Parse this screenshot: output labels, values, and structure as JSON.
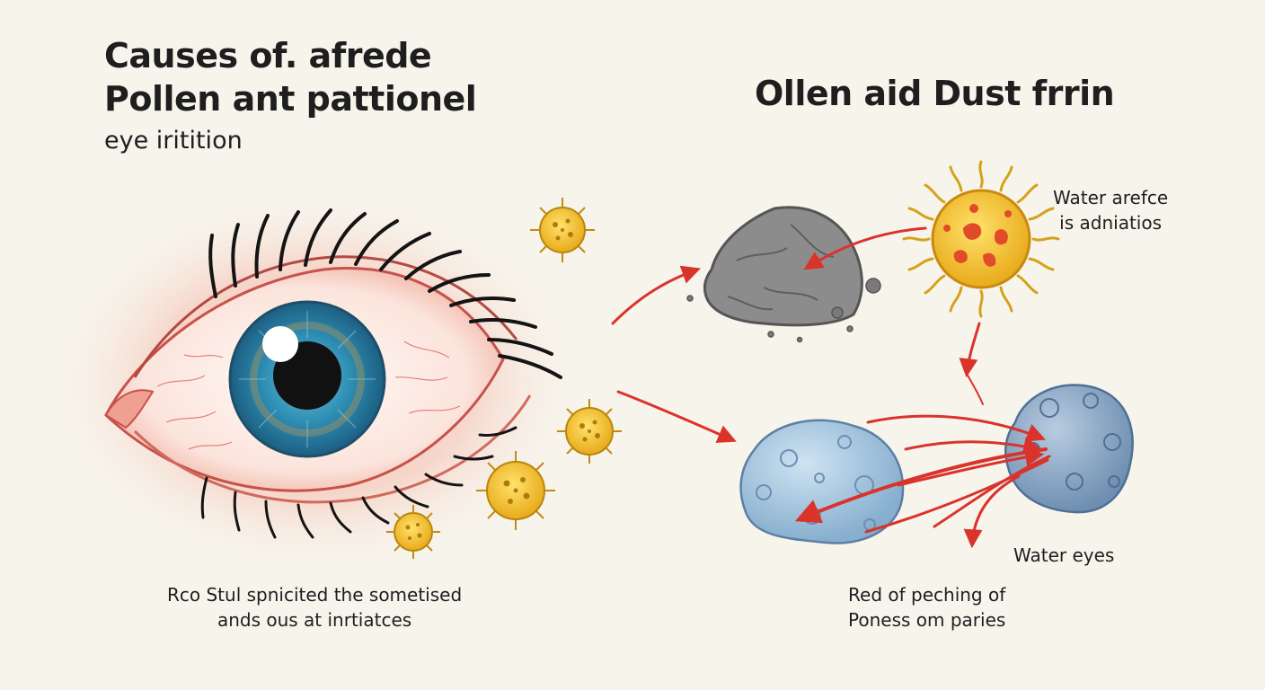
{
  "title": {
    "line1": "Causes of. afrede",
    "line2": "Pollen ant pattionel",
    "line3": "eye iritition"
  },
  "right_title": "Ollen aid Dust frrin",
  "labels": {
    "pollen_line1": "Water arefce",
    "pollen_line2": "is adniatios",
    "water_eyes": "Water eyes",
    "red_line1": "Red of peching of",
    "red_line2": "Poness om paries",
    "left_line1": "Rco Stul spnicited the sometised",
    "left_line2": "ands ous at inrtiatces"
  },
  "colors": {
    "background": "#f7f4ec",
    "arrow": "#d9332b",
    "iris": "#2f8fb5",
    "pollen": "#f2c230",
    "dust": "#8c8c8c",
    "droplet": "#9fc2de"
  }
}
